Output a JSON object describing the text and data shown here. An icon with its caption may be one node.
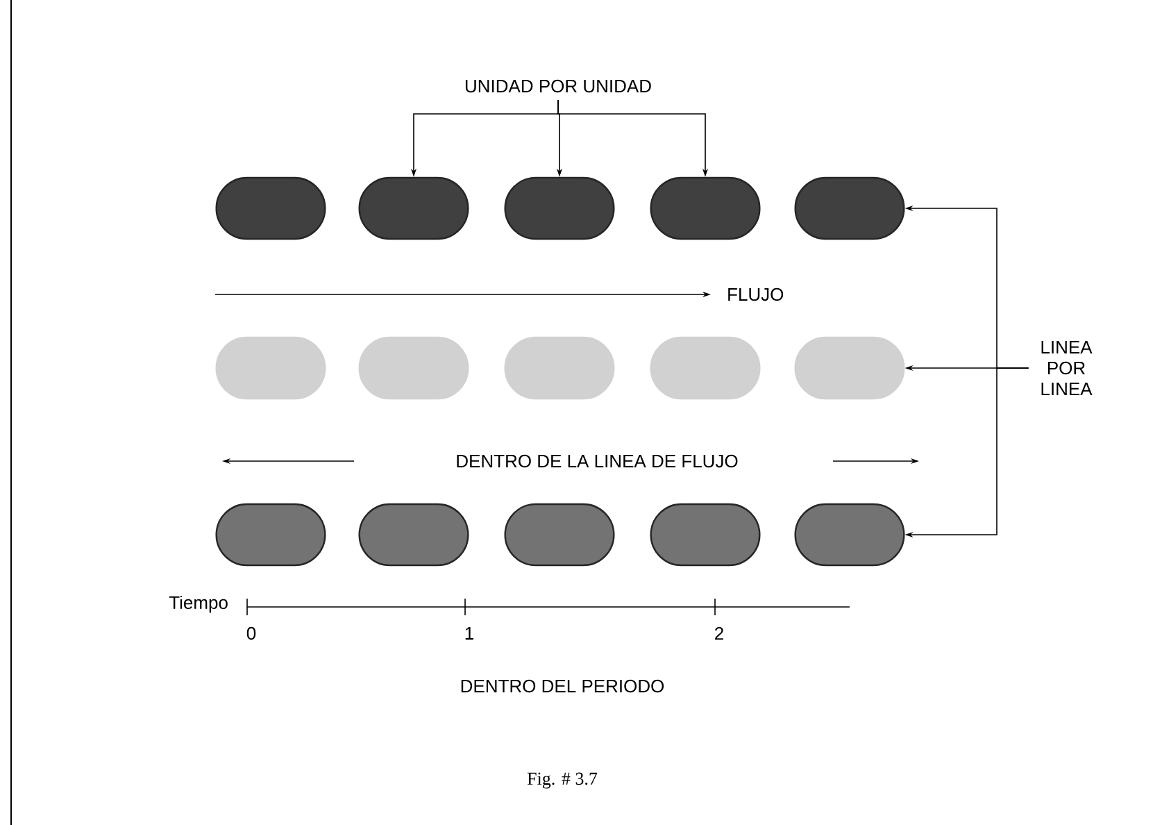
{
  "diagram": {
    "caption": "Fig. # 3.7",
    "nodes": [
      {
        "text": [
          "UNIDAD POR UNIDAD"
        ]
      },
      {
        "text": [],
        "shape": "box"
      },
      {
        "text": [],
        "shape": "box"
      },
      {
        "text": [],
        "shape": "box"
      },
      {
        "text": [],
        "shape": "box"
      },
      {
        "text": [],
        "shape": "box"
      },
      {
        "text": [
          "LINEA POR LINEA"
        ]
      },
      {
        "text": [],
        "shape": "box"
      },
      {
        "text": [],
        "shape": "box"
      },
      {
        "text": [],
        "shape": "box"
      },
      {
        "text": [],
        "shape": "box"
      },
      {
        "text": [],
        "shape": "box"
      },
      {
        "text": [],
        "shape": "box"
      },
      {
        "text": [],
        "shape": "box"
      },
      {
        "text": [],
        "shape": "box"
      },
      {
        "text": [],
        "shape": "box"
      },
      {
        "text": [],
        "shape": "box"
      }
    ],
    "edges": [
      {
        "from": 0,
        "to": 2,
        "arrow": "to"
      },
      {
        "from": 0,
        "to": 3,
        "arrow": "to"
      },
      {
        "from": 0,
        "to": 4,
        "arrow": "to"
      },
      {
        "from": 6,
        "to": 5,
        "arrow": "to"
      },
      {
        "from": 6,
        "to": 11,
        "arrow": "to"
      },
      {
        "from": 6,
        "to": 16,
        "arrow": "to"
      }
    ],
    "labels": [
      "FLUJO",
      "DENTRO DE LA LINEA DE FLUJO",
      "Tiempo",
      "0",
      "1",
      "2",
      "DENTRO DEL PERIODO"
    ]
  }
}
